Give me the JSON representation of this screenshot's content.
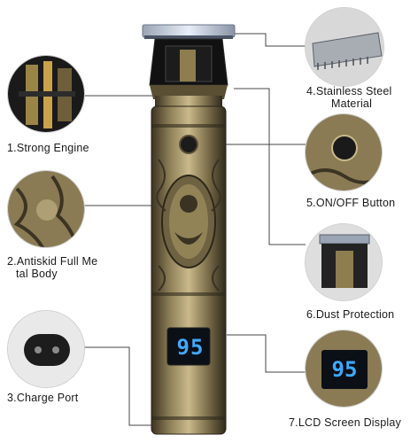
{
  "features": [
    {
      "id": "strong-engine",
      "label": "1.Strong Engine"
    },
    {
      "id": "antiskid-body",
      "label_line1": "2.Antiskid Full Me",
      "label_line2": "tal Body"
    },
    {
      "id": "charge-port",
      "label": "3.Charge Port"
    },
    {
      "id": "stainless-steel",
      "label_line1": "4.Stainless Steel",
      "label_line2": "Material"
    },
    {
      "id": "on-off-button",
      "label": "5.ON/OFF Button"
    },
    {
      "id": "dust-protection",
      "label": "6.Dust Protection"
    },
    {
      "id": "lcd-display",
      "label": "7.LCD Screen Display"
    }
  ],
  "display": {
    "value": "95"
  },
  "colors": {
    "bronze_dark": "#3c3422",
    "bronze_mid": "#8a7b55",
    "bronze_light": "#c8b88a",
    "lcd_blue": "#3fa9ff",
    "lcd_bg": "#0b0f16",
    "line": "#444444"
  }
}
